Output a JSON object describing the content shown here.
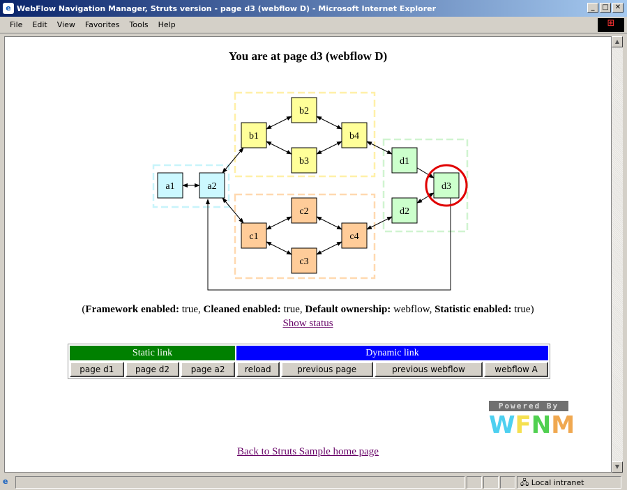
{
  "window": {
    "title": "WebFlow Navigation Manager, Struts version - page d3 (webflow D) - Microsoft Internet Explorer"
  },
  "menu": [
    "File",
    "Edit",
    "View",
    "Favorites",
    "Tools",
    "Help"
  ],
  "page": {
    "heading": "You are at page d3 (webflow D)",
    "flags": [
      {
        "k": "Framework enabled:",
        "v": " true, "
      },
      {
        "k": "Cleaned enabled:",
        "v": " true, "
      },
      {
        "k": "Default ownership:",
        "v": " webflow, "
      },
      {
        "k": "Statistic enabled:",
        "v": " true"
      }
    ],
    "show_status": "Show status",
    "static_header": "Static link",
    "dynamic_header": "Dynamic link",
    "static_buttons": [
      "page d1",
      "page d2",
      "page a2"
    ],
    "dynamic_buttons": [
      "reload",
      "previous page",
      "previous webflow",
      "webflow A"
    ],
    "powered_by": "Powered By",
    "logo_text": "WFNM",
    "back_link": "Back to Struts Sample home page"
  },
  "diagram": {
    "current": "d3",
    "groups": [
      {
        "id": "A",
        "color": "#c8f4fa"
      },
      {
        "id": "B",
        "color": "#fff0a8"
      },
      {
        "id": "C",
        "color": "#ffd9b0"
      },
      {
        "id": "D",
        "color": "#d0f4d0"
      }
    ],
    "nodes": [
      {
        "id": "a1",
        "g": "A"
      },
      {
        "id": "a2",
        "g": "A"
      },
      {
        "id": "b1",
        "g": "B"
      },
      {
        "id": "b2",
        "g": "B"
      },
      {
        "id": "b3",
        "g": "B"
      },
      {
        "id": "b4",
        "g": "B"
      },
      {
        "id": "c1",
        "g": "C"
      },
      {
        "id": "c2",
        "g": "C"
      },
      {
        "id": "c3",
        "g": "C"
      },
      {
        "id": "c4",
        "g": "C"
      },
      {
        "id": "d1",
        "g": "D"
      },
      {
        "id": "d2",
        "g": "D"
      },
      {
        "id": "d3",
        "g": "D"
      }
    ],
    "node_colors": {
      "A": "#ccf8ff",
      "B": "#ffff99",
      "C": "#ffcc99",
      "D": "#ccffcc"
    },
    "edges": [
      [
        "a1",
        "a2",
        2
      ],
      [
        "a2",
        "b1",
        2
      ],
      [
        "a2",
        "c1",
        2
      ],
      [
        "b1",
        "b2",
        2
      ],
      [
        "b1",
        "b3",
        2
      ],
      [
        "b2",
        "b4",
        2
      ],
      [
        "b3",
        "b4",
        2
      ],
      [
        "c1",
        "c2",
        2
      ],
      [
        "c1",
        "c3",
        2
      ],
      [
        "c2",
        "c4",
        2
      ],
      [
        "c3",
        "c4",
        2
      ],
      [
        "b4",
        "d1",
        2
      ],
      [
        "c4",
        "d2",
        2
      ],
      [
        "d1",
        "d3",
        1
      ],
      [
        "d2",
        "d3",
        2
      ]
    ]
  },
  "statusbar": {
    "zone": "Local intranet"
  }
}
